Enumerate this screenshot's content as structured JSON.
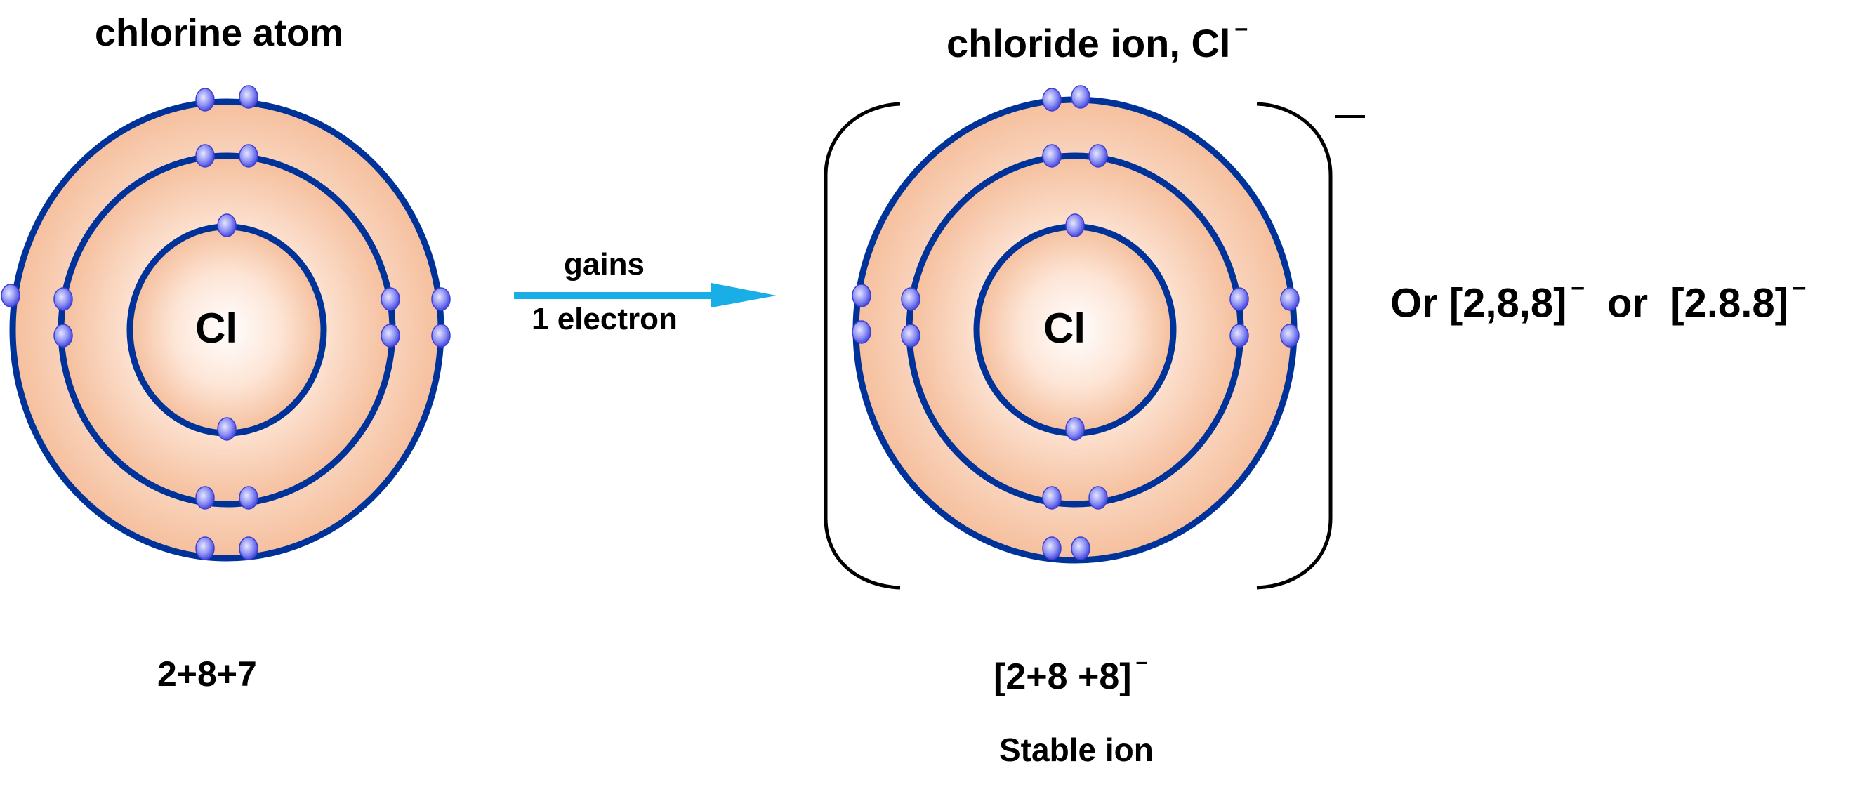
{
  "colors": {
    "shell_stroke": "#003399",
    "shell_fill_outer": "#f5bf9d",
    "shell_fill_inner": "#ffffff",
    "electron": "#6b6ef0",
    "electron_highlight": "#dcdcff",
    "arrow": "#19aee6",
    "bracket": "#000000"
  },
  "atom": {
    "title": "chlorine atom",
    "symbol": "Cl",
    "configuration": "2+8+7",
    "shells": [
      2,
      8,
      7
    ]
  },
  "arrow": {
    "label_top": "gains",
    "label_bottom": "1 electron"
  },
  "ion": {
    "title": "chloride ion, Cl",
    "title_charge": "–",
    "symbol": "Cl",
    "bracket_charge": "—",
    "configuration": "[2+8 +8]",
    "configuration_charge": "–",
    "note": "Stable ion",
    "shells": [
      2,
      8,
      8
    ]
  },
  "alternatives": {
    "prefix": "Or",
    "notation_1": "[2,8,8]",
    "charge_1": "–",
    "connector": "or",
    "notation_2": "[2.8.8]",
    "charge_2": "–"
  }
}
